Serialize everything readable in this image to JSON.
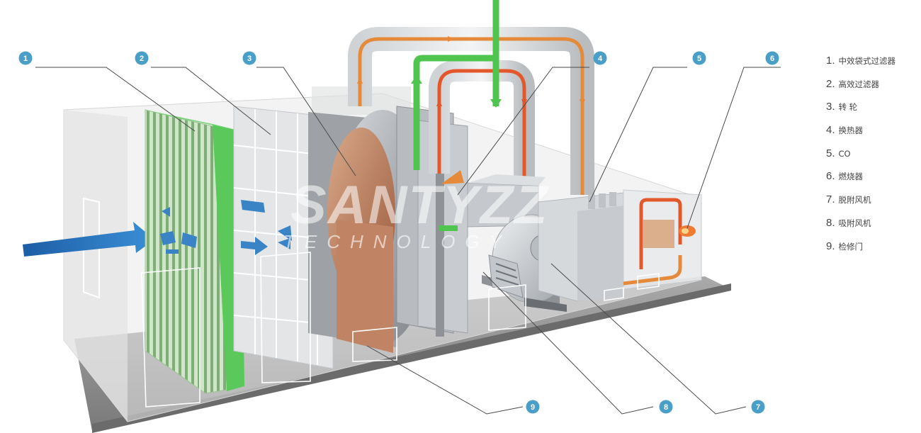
{
  "legend": [
    {
      "num": "1.",
      "label": "中效袋式过滤器"
    },
    {
      "num": "2.",
      "label": "高效过滤器"
    },
    {
      "num": "3.",
      "label": "转 轮"
    },
    {
      "num": "4.",
      "label": "换热器"
    },
    {
      "num": "5.",
      "label": "CO"
    },
    {
      "num": "6.",
      "label": "燃烧器"
    },
    {
      "num": "7.",
      "label": "脱附风机"
    },
    {
      "num": "8.",
      "label": "吸附风机"
    },
    {
      "num": "9.",
      "label": "检修门"
    }
  ],
  "badges": [
    "1",
    "2",
    "3",
    "4",
    "5",
    "6",
    "7",
    "8",
    "9"
  ],
  "watermark": {
    "main": "SANTYZZ",
    "sub": "TECHNOLOGY"
  },
  "colors": {
    "badge": "#4a9fc8",
    "air_blue": "#1f64a8",
    "green_duct": "#4fc44f",
    "orange_duct": "#e58a3a",
    "red_duct": "#e2582a"
  }
}
